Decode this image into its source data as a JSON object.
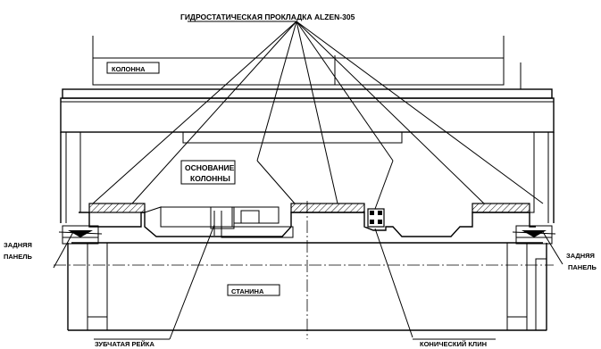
{
  "labels": {
    "pad": "ГИДРОСТАТИЧЕСКАЯ ПРОКЛАДКА ALZEN-305",
    "column": "КОЛОННА",
    "base_line1": "ОСНОВАНИЕ",
    "base_line2": "КОЛОННЫ",
    "back_panel_left_line1": "ЗАДНЯЯ",
    "back_panel_left_line2": "ПАНЕЛЬ",
    "back_panel_right_line1": "ЗАДНЯЯ",
    "back_panel_right_line2": "ПАНЕЛЬ",
    "bed": "СТАНИНА",
    "rack": "ЗУБЧАТАЯ РЕЙКА",
    "wedge": "КОНИЧЕСКИЙ КЛИН"
  }
}
